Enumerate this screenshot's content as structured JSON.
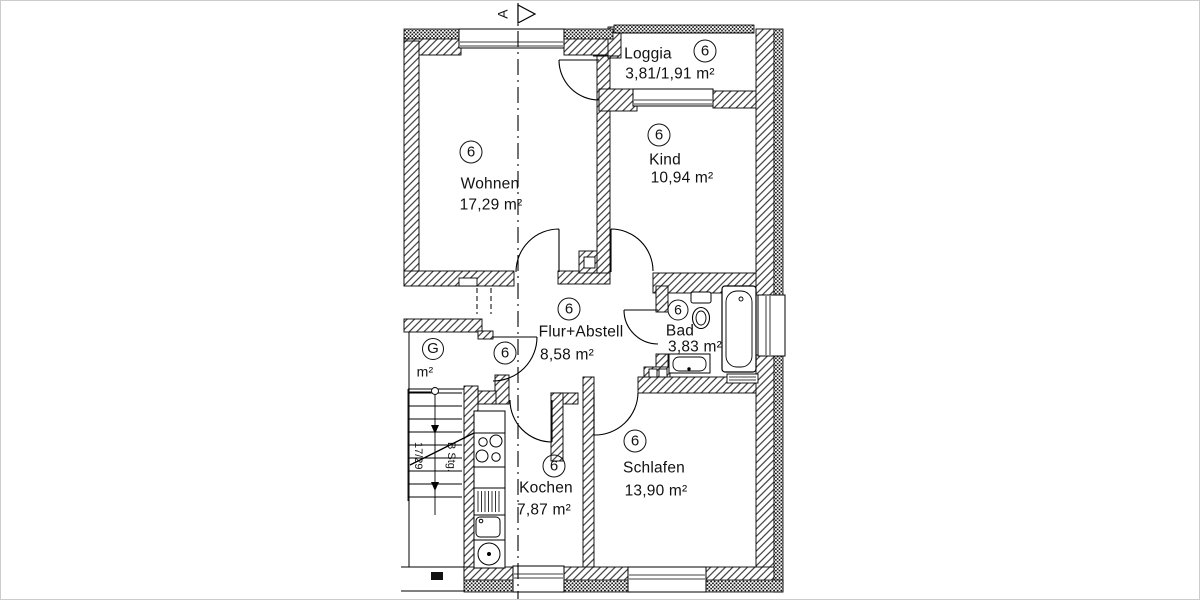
{
  "rooms": [
    {
      "key": "wohnen",
      "unit": "6",
      "name": "Wohnen",
      "area": "17,29 m²"
    },
    {
      "key": "loggia",
      "unit": "6",
      "name": "Loggia",
      "area": "3,81/1,91 m²"
    },
    {
      "key": "kind",
      "unit": "6",
      "name": "Kind",
      "area": "10,94 m²"
    },
    {
      "key": "flur",
      "unit": "6",
      "name": "Flur+Abstell",
      "area": "8,58 m²"
    },
    {
      "key": "bad",
      "unit": "6",
      "name": "Bad",
      "area": "3,83 m²"
    },
    {
      "key": "kochen",
      "unit": "6",
      "name": "Kochen",
      "area": "7,87 m²"
    },
    {
      "key": "schlafen",
      "unit": "6",
      "name": "Schlafen",
      "area": "13,90 m²"
    }
  ],
  "entrance_unit": "6",
  "neighbor_unit": {
    "label": "G",
    "area_suffix": "m²"
  },
  "stairs_label": {
    "line1": "B Stg.",
    "line2": "17/29"
  },
  "section_marker": "A",
  "colors": {
    "ink": "#111111",
    "paper": "#ffffff"
  }
}
